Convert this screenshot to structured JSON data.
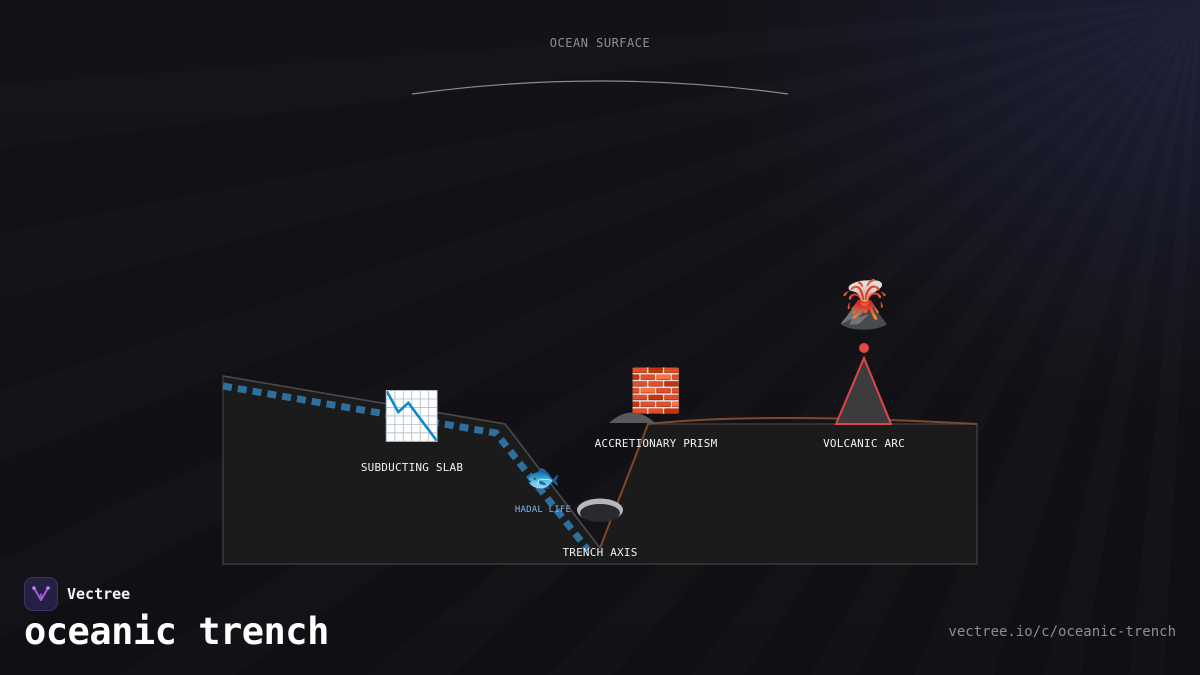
{
  "diagram": {
    "surface_label": "OCEAN SURFACE",
    "labels": {
      "subducting_slab": "SUBDUCTING SLAB",
      "hadal_life": "HADAL LIFE",
      "trench_axis": "TRENCH AXIS",
      "accretionary_prism": "ACCRETIONARY PRISM",
      "volcanic_arc": "VOLCANIC ARC"
    },
    "icons": {
      "slab": "📉",
      "fish": "🐟",
      "prism": "🧱",
      "volcano": "🌋"
    },
    "colors": {
      "slab_dash": "#2e6f9e",
      "crust_fill": "#1b1b1b",
      "overriding_plate_edge": "#7a4a2c",
      "volcano_outline": "#e04646",
      "magma_dot": "#e84545"
    }
  },
  "footer": {
    "brand_name": "Vectree",
    "title": "oceanic trench",
    "url": "vectree.io/c/oceanic-trench"
  }
}
